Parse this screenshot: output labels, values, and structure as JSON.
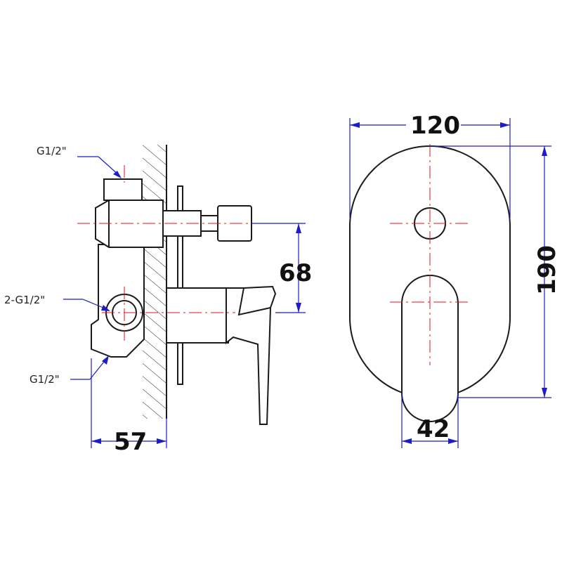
{
  "side_view": {
    "callout_top": "G1/2\"",
    "callout_mid": "2-G1/2\"",
    "callout_bottom": "G1/2\"",
    "dim_depth": "57",
    "dim_spacing": "68"
  },
  "front_view": {
    "dim_width": "120",
    "dim_height": "190",
    "dim_handle": "42"
  },
  "colors": {
    "outline": "#1a1a1a",
    "center_line": "#e0141c",
    "dimension_line": "#1c1cc8"
  }
}
